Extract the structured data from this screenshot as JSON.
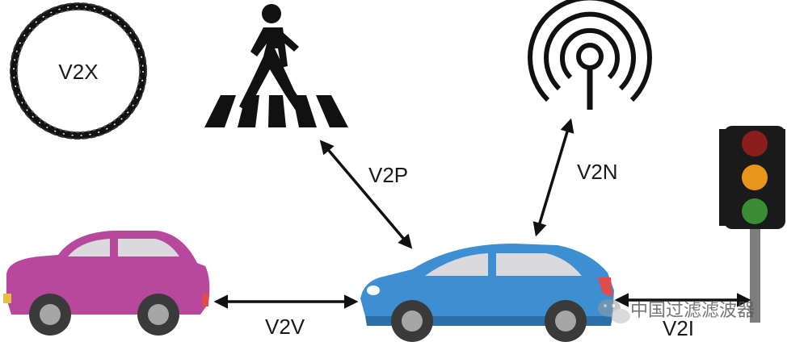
{
  "title": "V2X",
  "links": {
    "v2p": "V2P",
    "v2n": "V2N",
    "v2v": "V2V",
    "v2i": "V2I"
  },
  "watermark": "中国过滤滤波器",
  "colors": {
    "pink_car": "#b8489b",
    "blue_car": "#3d8fd1",
    "blue_car_dark": "#2c6ea8",
    "glass": "#d9d9de",
    "tire": "#3a3a3a",
    "rim": "#a6a6a6",
    "icon_black": "#111111",
    "light_red": "#8c1d1d",
    "light_amber": "#e8961a",
    "light_green": "#3a8d35",
    "pole": "#7d7d7d"
  },
  "icons": [
    "pedestrian-crossing-icon",
    "antenna-signal-icon",
    "traffic-light-icon",
    "pink-car-icon",
    "blue-car-icon",
    "wechat-icon"
  ]
}
